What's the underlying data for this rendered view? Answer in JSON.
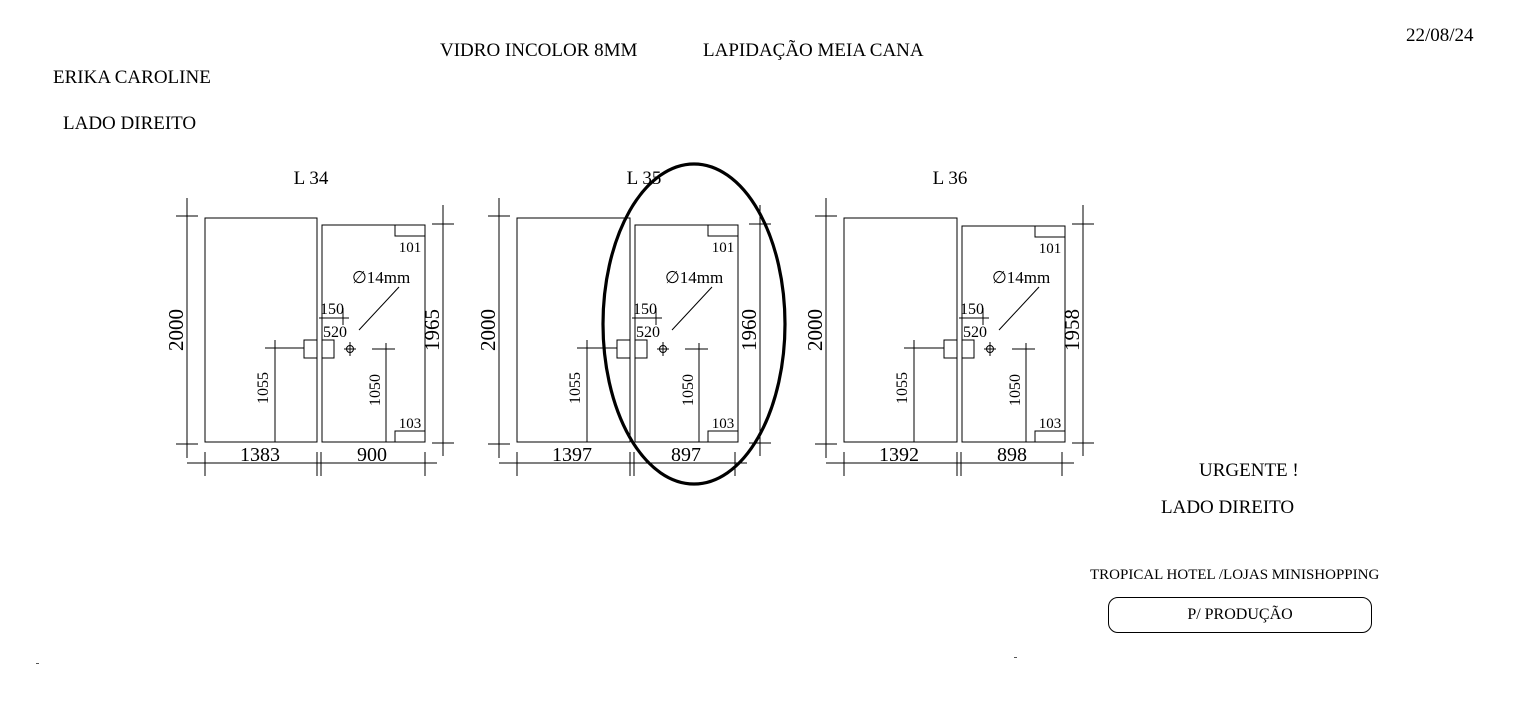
{
  "header": {
    "date": "22/08/24",
    "material": "VIDRO INCOLOR 8MM",
    "finish": "LAPIDAÇÃO MEIA CANA",
    "client": "ERIKA CAROLINE",
    "side": "LADO DIREITO"
  },
  "panels": [
    {
      "label": "L 34",
      "fixed_height": "2000",
      "door_height": "1965",
      "fixed_width": "1383",
      "door_width": "900",
      "handle_height_fixed": "1055",
      "handle_height_door": "1050",
      "hinge_top": "101",
      "hinge_bottom": "103",
      "hole_diameter": "∅14mm",
      "offset_h": "150",
      "offset_v": "520",
      "highlighted": false
    },
    {
      "label": "L 35",
      "fixed_height": "2000",
      "door_height": "1960",
      "fixed_width": "1397",
      "door_width": "897",
      "handle_height_fixed": "1055",
      "handle_height_door": "1050",
      "hinge_top": "101",
      "hinge_bottom": "103",
      "hole_diameter": "∅14mm",
      "offset_h": "150",
      "offset_v": "520",
      "highlighted": true
    },
    {
      "label": "L 36",
      "fixed_height": "2000",
      "door_height": "1958",
      "fixed_width": "1392",
      "door_width": "898",
      "handle_height_fixed": "1055",
      "handle_height_door": "1050",
      "hinge_top": "101",
      "hinge_bottom": "103",
      "hole_diameter": "∅14mm",
      "offset_h": "150",
      "offset_v": "520",
      "highlighted": false
    }
  ],
  "notes": {
    "urgent": "URGENTE !",
    "side": "LADO DIREITO",
    "project": "TROPICAL HOTEL /LOJAS MINISHOPPING",
    "status": "P/ PRODUÇÃO"
  }
}
